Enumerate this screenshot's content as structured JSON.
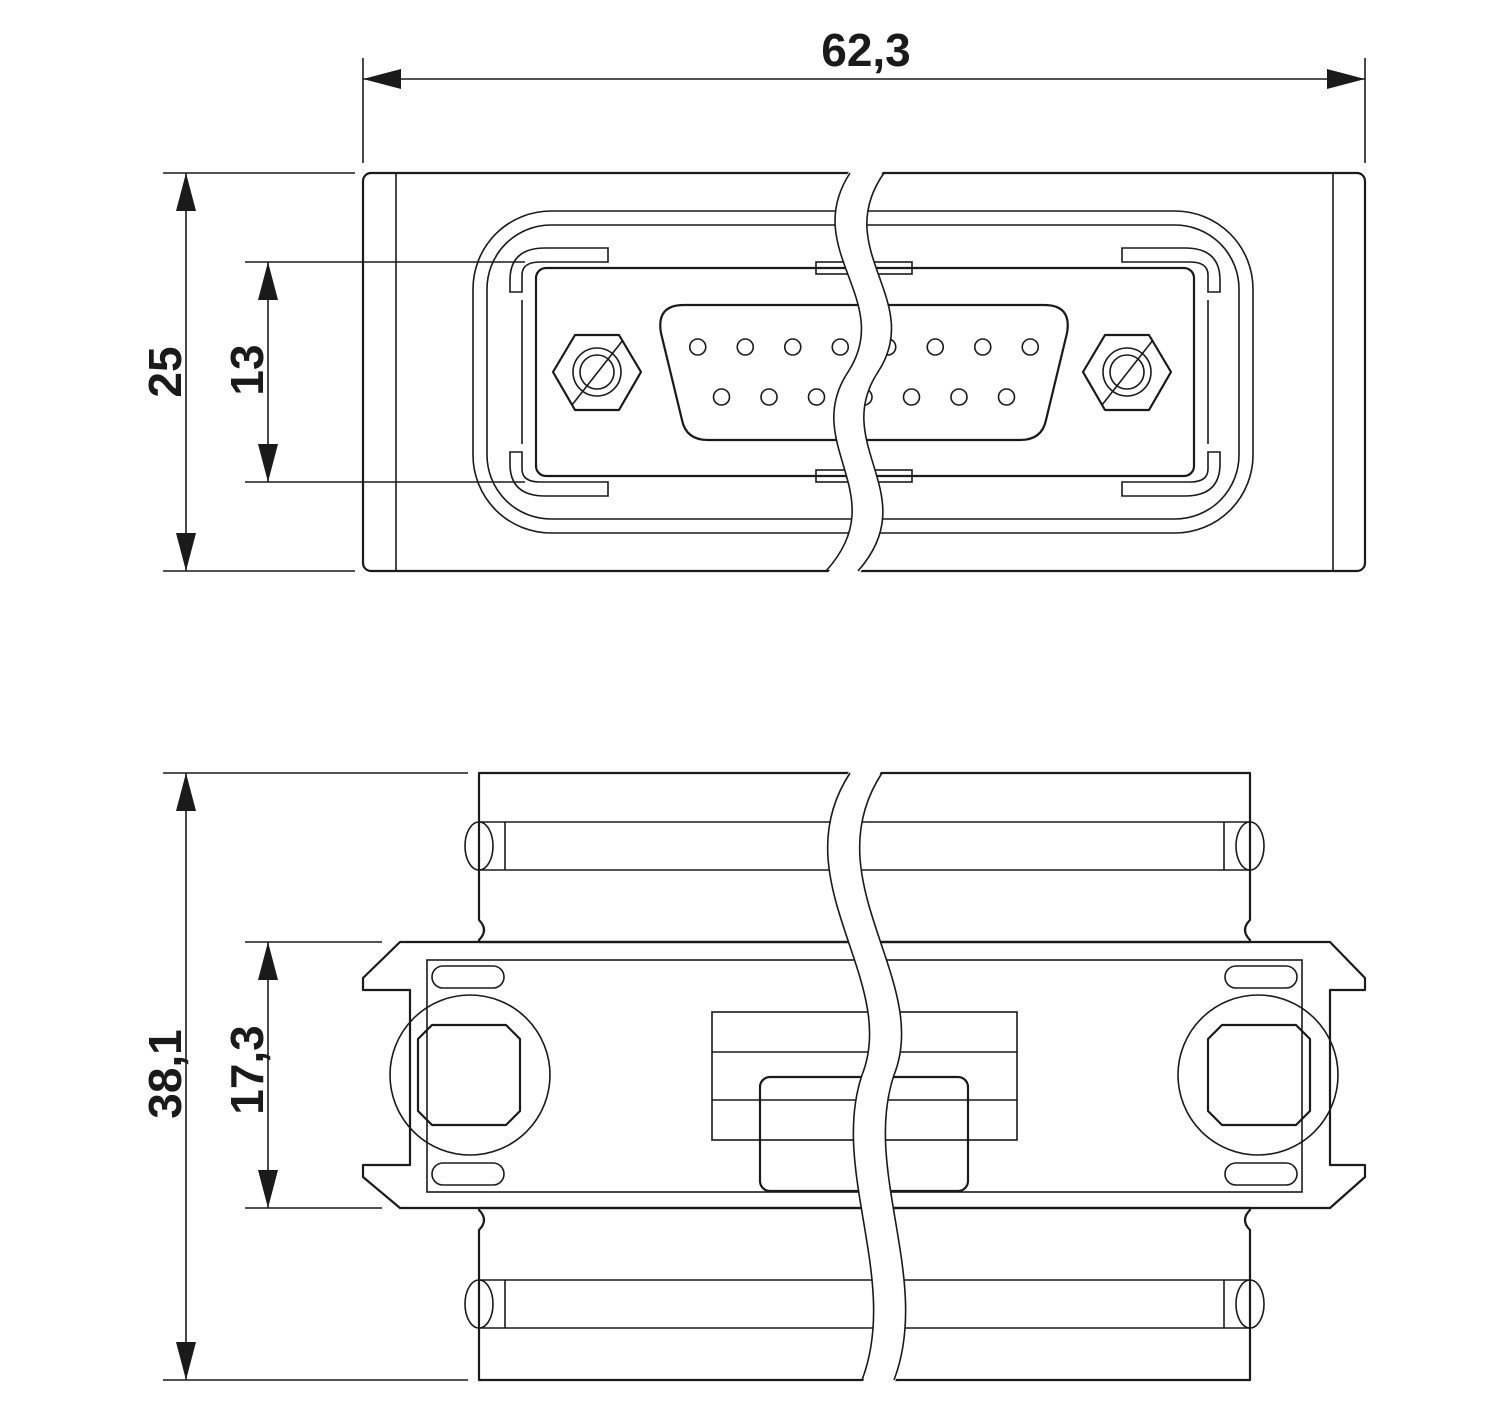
{
  "top_view": {
    "dim_width": "62,3",
    "dim_height": "25",
    "dim_inner_height": "13",
    "pin_rows": [
      8,
      7
    ]
  },
  "side_view": {
    "dim_height": "38,1",
    "dim_inner_height": "17,3"
  }
}
